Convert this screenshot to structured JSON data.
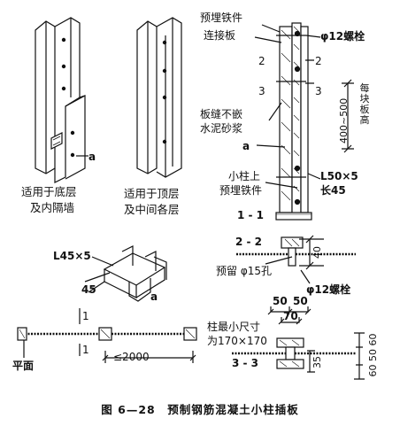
{
  "caption": "图 6—28　预制钢筋混凝土小柱插板",
  "views": {
    "left_iso": {
      "caption_line1": "适用于底层",
      "caption_line2": "及内隔墙",
      "marker": "a"
    },
    "mid_iso": {
      "caption_line1": "适用于顶层",
      "caption_line2": "及中间各层"
    },
    "section_1_1": {
      "title": "1 - 1",
      "embedded_plate": "预埋铁件",
      "connecting_plate": "连接板",
      "bolt": "φ12螺栓",
      "section_mark": "2",
      "section_mark_3": "3",
      "joint_note_1": "板缝不嵌",
      "joint_note_2": "水泥砂浆",
      "marker": "a",
      "post_note_1": "小柱上",
      "post_note_2": "预埋铁件",
      "angle": "L50×5",
      "angle_length": "长45",
      "spacing_dim": "400~500",
      "spacing_note": "每块板高"
    },
    "detail_a": {
      "angle": "L45×5",
      "dim": "45",
      "marker": "a"
    },
    "section_2_2": {
      "title": "2 - 2",
      "hole": "预留 φ15孔",
      "dim": "40",
      "bolt": "φ12螺栓"
    },
    "section_3_3": {
      "title": "3 - 3",
      "dim_50a": "50",
      "dim_50b": "50",
      "dim_70": "70",
      "min_size_1": "柱最小尺寸",
      "min_size_2": "为170×170",
      "dim_35": "35",
      "dim_stack": "60 50 60"
    },
    "plan": {
      "title": "平面",
      "mark_top": "1",
      "mark_bottom": "1",
      "spacing": "≤2000"
    }
  }
}
